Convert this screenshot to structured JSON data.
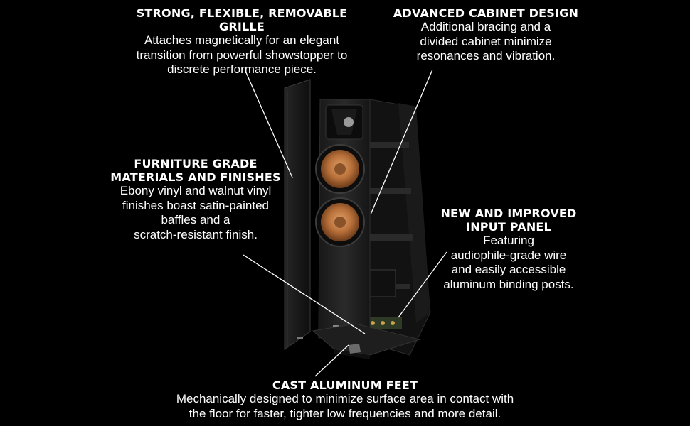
{
  "features": {
    "grille": {
      "title": "STRONG, FLEXIBLE, REMOVABLE GRILLE",
      "body": "Attaches magnetically for an elegant\ntransition from powerful showstopper to\ndiscrete performance piece."
    },
    "cabinet": {
      "title": "ADVANCED CABINET DESIGN",
      "body": "Additional bracing and a\ndivided cabinet minimize\nresonances and vibration."
    },
    "furniture": {
      "title": "FURNITURE GRADE\nMATERIALS AND FINISHES",
      "body": "Ebony vinyl and walnut vinyl\nfinishes boast satin-painted\nbaffles and a\nscratch-resistant finish."
    },
    "input": {
      "title": "NEW AND IMPROVED\nINPUT PANEL",
      "body": "Featuring\naudiophile-grade wire\nand easily accessible\naluminum binding posts."
    },
    "feet": {
      "title": "CAST ALUMINUM FEET",
      "body": "Mechanically designed to minimize surface area in contact with\nthe floor for faster, tighter low frequencies and more detail."
    }
  },
  "colors": {
    "background": "#000000",
    "text": "#ffffff",
    "cabinet": "#1c1c1c",
    "woofer_cone": "#b8703a"
  }
}
